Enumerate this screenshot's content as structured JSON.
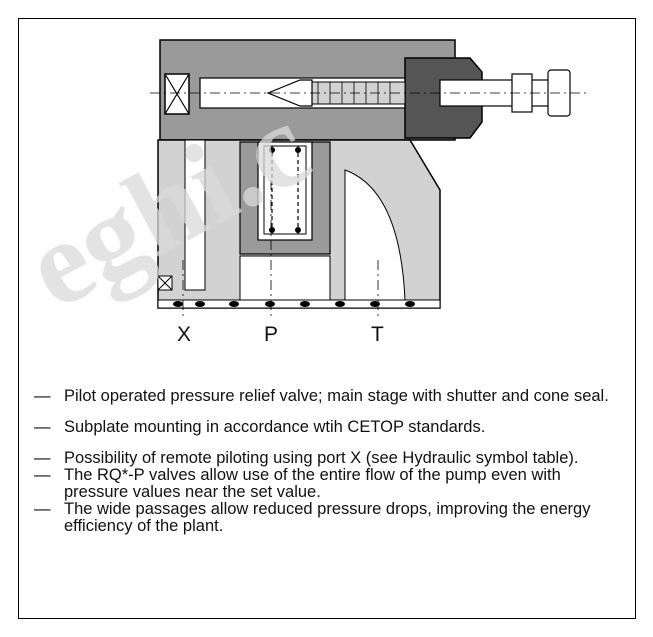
{
  "watermark": {
    "text": "eghi.c"
  },
  "diagram": {
    "ports": [
      "X",
      "P",
      "T"
    ]
  },
  "features": [
    "Pilot operated pressure relief valve; main stage with shutter and cone seal.",
    "Subplate mounting in accordance wtih CETOP standards.",
    "Possibility of remote piloting using port X (see Hydraulic symbol table).",
    "The RQ*-P valves allow use of the entire flow of the pump even with pressure values near the set value.",
    "The wide passages allow reduced pressure drops, improving the energy efficiency of the plant."
  ],
  "bullet_dash": "—",
  "colors": {
    "dark_gray": "#555555",
    "mid_gray": "#9a9a9a",
    "light_gray": "#d2d2d2",
    "watermark": "#d9d9d9"
  }
}
